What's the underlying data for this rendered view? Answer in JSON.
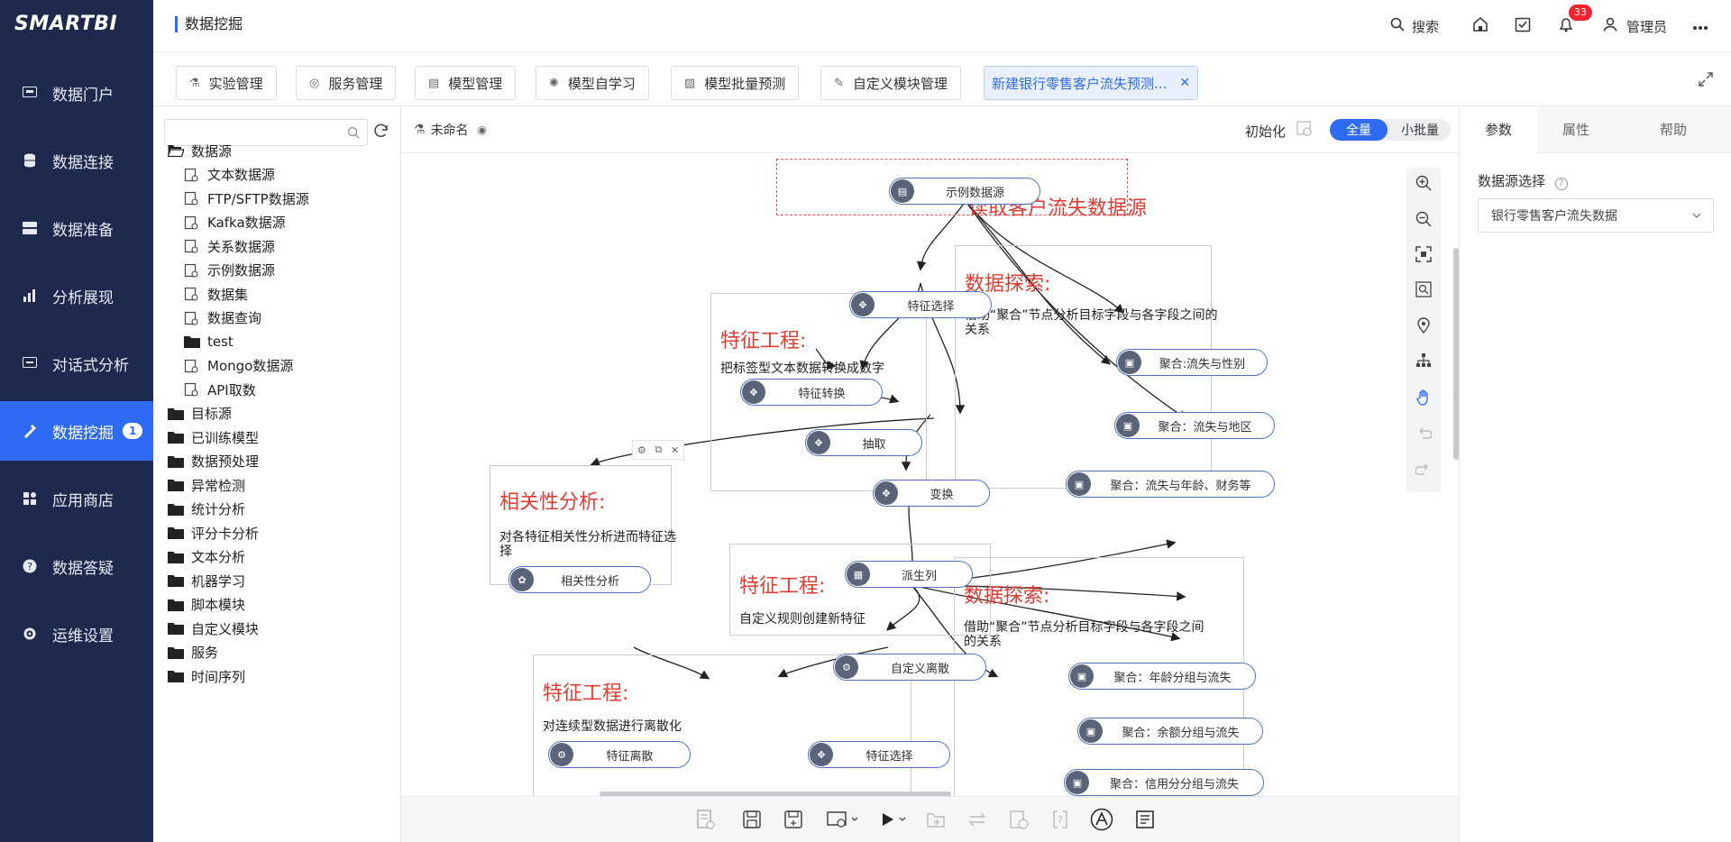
{
  "app": {
    "logo": "SMARTBI",
    "page_title": "数据挖掘"
  },
  "nav": {
    "items": [
      {
        "label": "数据门户",
        "icon": "portal-icon"
      },
      {
        "label": "数据连接",
        "icon": "database-icon"
      },
      {
        "label": "数据准备",
        "icon": "server-icon"
      },
      {
        "label": "分析展现",
        "icon": "bar-chart-icon"
      },
      {
        "label": "对话式分析",
        "icon": "chat-icon"
      },
      {
        "label": "数据挖掘",
        "icon": "mining-icon",
        "badge": "1",
        "active": true
      },
      {
        "label": "应用商店",
        "icon": "apps-icon"
      },
      {
        "label": "数据答疑",
        "icon": "question-icon"
      },
      {
        "label": "运维设置",
        "icon": "gear-icon"
      }
    ]
  },
  "header": {
    "search_label": "搜索",
    "notify_count": "33",
    "user_label": "管理员"
  },
  "tabs": [
    {
      "label": "实验管理",
      "icon": "flask-icon"
    },
    {
      "label": "服务管理",
      "icon": "service-icon"
    },
    {
      "label": "模型管理",
      "icon": "model-icon"
    },
    {
      "label": "模型自学习",
      "icon": "bulb-icon"
    },
    {
      "label": "模型批量预测",
      "icon": "image-icon"
    },
    {
      "label": "自定义模块管理",
      "icon": "pen-icon"
    },
    {
      "label": "新建银行零售客户流失预测...",
      "active": true
    }
  ],
  "tree": {
    "search_placeholder": "",
    "nodes": [
      {
        "label": "数据源",
        "type": "folder-open",
        "level": 0
      },
      {
        "label": "文本数据源",
        "type": "leaf",
        "icon_text": "TXT",
        "level": 1
      },
      {
        "label": "FTP/SFTP数据源",
        "type": "leaf",
        "level": 1
      },
      {
        "label": "Kafka数据源",
        "type": "leaf",
        "level": 1
      },
      {
        "label": "关系数据源",
        "type": "leaf",
        "level": 1
      },
      {
        "label": "示例数据源",
        "type": "leaf",
        "level": 1
      },
      {
        "label": "数据集",
        "type": "leaf",
        "level": 1
      },
      {
        "label": "数据查询",
        "type": "leaf",
        "level": 1
      },
      {
        "label": "test",
        "type": "folder",
        "level": 1
      },
      {
        "label": "Mongo数据源",
        "type": "leaf",
        "level": 1
      },
      {
        "label": "API取数",
        "type": "leaf",
        "level": 1
      },
      {
        "label": "目标源",
        "type": "folder",
        "level": 0
      },
      {
        "label": "已训练模型",
        "type": "folder",
        "level": 0
      },
      {
        "label": "数据预处理",
        "type": "folder",
        "level": 0
      },
      {
        "label": "异常检测",
        "type": "folder",
        "level": 0
      },
      {
        "label": "统计分析",
        "type": "folder",
        "level": 0
      },
      {
        "label": "评分卡分析",
        "type": "folder",
        "level": 0
      },
      {
        "label": "文本分析",
        "type": "folder",
        "level": 0
      },
      {
        "label": "机器学习",
        "type": "folder",
        "level": 0
      },
      {
        "label": "脚本模块",
        "type": "folder",
        "level": 0
      },
      {
        "label": "自定义模块",
        "type": "folder",
        "level": 0
      },
      {
        "label": "服务",
        "type": "folder",
        "level": 0
      },
      {
        "label": "时间序列",
        "type": "folder",
        "level": 0
      }
    ]
  },
  "canvas": {
    "experiment_name": "未命名",
    "init_label": "初始化",
    "mode_full": "全量",
    "mode_small": "小批量",
    "groups": [
      {
        "title": "读取客户流失数据源",
        "desc": ""
      },
      {
        "title": "特征工程:",
        "desc": "把标签型文本数据转换成数字"
      },
      {
        "title": "数据探索:",
        "desc": "借助“聚合”节点分析目标字段与各字段之间的",
        "desc2": "关系"
      },
      {
        "title": "相关性分析:",
        "desc": "对各特征相关性分析进而特征选",
        "desc2": "择"
      },
      {
        "title": "特征工程:",
        "desc": "自定义规则创建新特征"
      },
      {
        "title": "数据探索:",
        "desc": "借助“聚合”节点分析目标字段与各字段之间",
        "desc2": "的关系"
      },
      {
        "title": "特征工程:",
        "desc": "对连续型数据进行离散化"
      }
    ],
    "nodes": {
      "sample_ds": "示例数据源",
      "feat_select_1": "特征选择",
      "feat_convert": "特征转换",
      "extract": "抽取",
      "transform": "变换",
      "agg_gender": "聚合:流失与性别",
      "agg_region": "聚合：流失与地区",
      "agg_age_fin": "聚合：流失与年龄、财务等",
      "correlation": "相关性分析",
      "derive_col": "派生列",
      "custom_discrete": "自定义离散",
      "agg_age_group": "聚合：年龄分组与流失",
      "agg_balance_group": "聚合：余额分组与流失",
      "agg_credit_group": "聚合：信用分分组与流失",
      "feat_discrete": "特征离散",
      "feat_select_2": "特征选择"
    }
  },
  "right_panel": {
    "tabs": [
      "参数",
      "属性",
      "帮助"
    ],
    "ds_label": "数据源选择",
    "ds_value": "银行零售客户流失数据"
  },
  "colors": {
    "nav_bg": "#1d2a4d",
    "accent": "#2f6bf2",
    "group_title": "#e03c31",
    "node_border": "#4e75c4"
  }
}
